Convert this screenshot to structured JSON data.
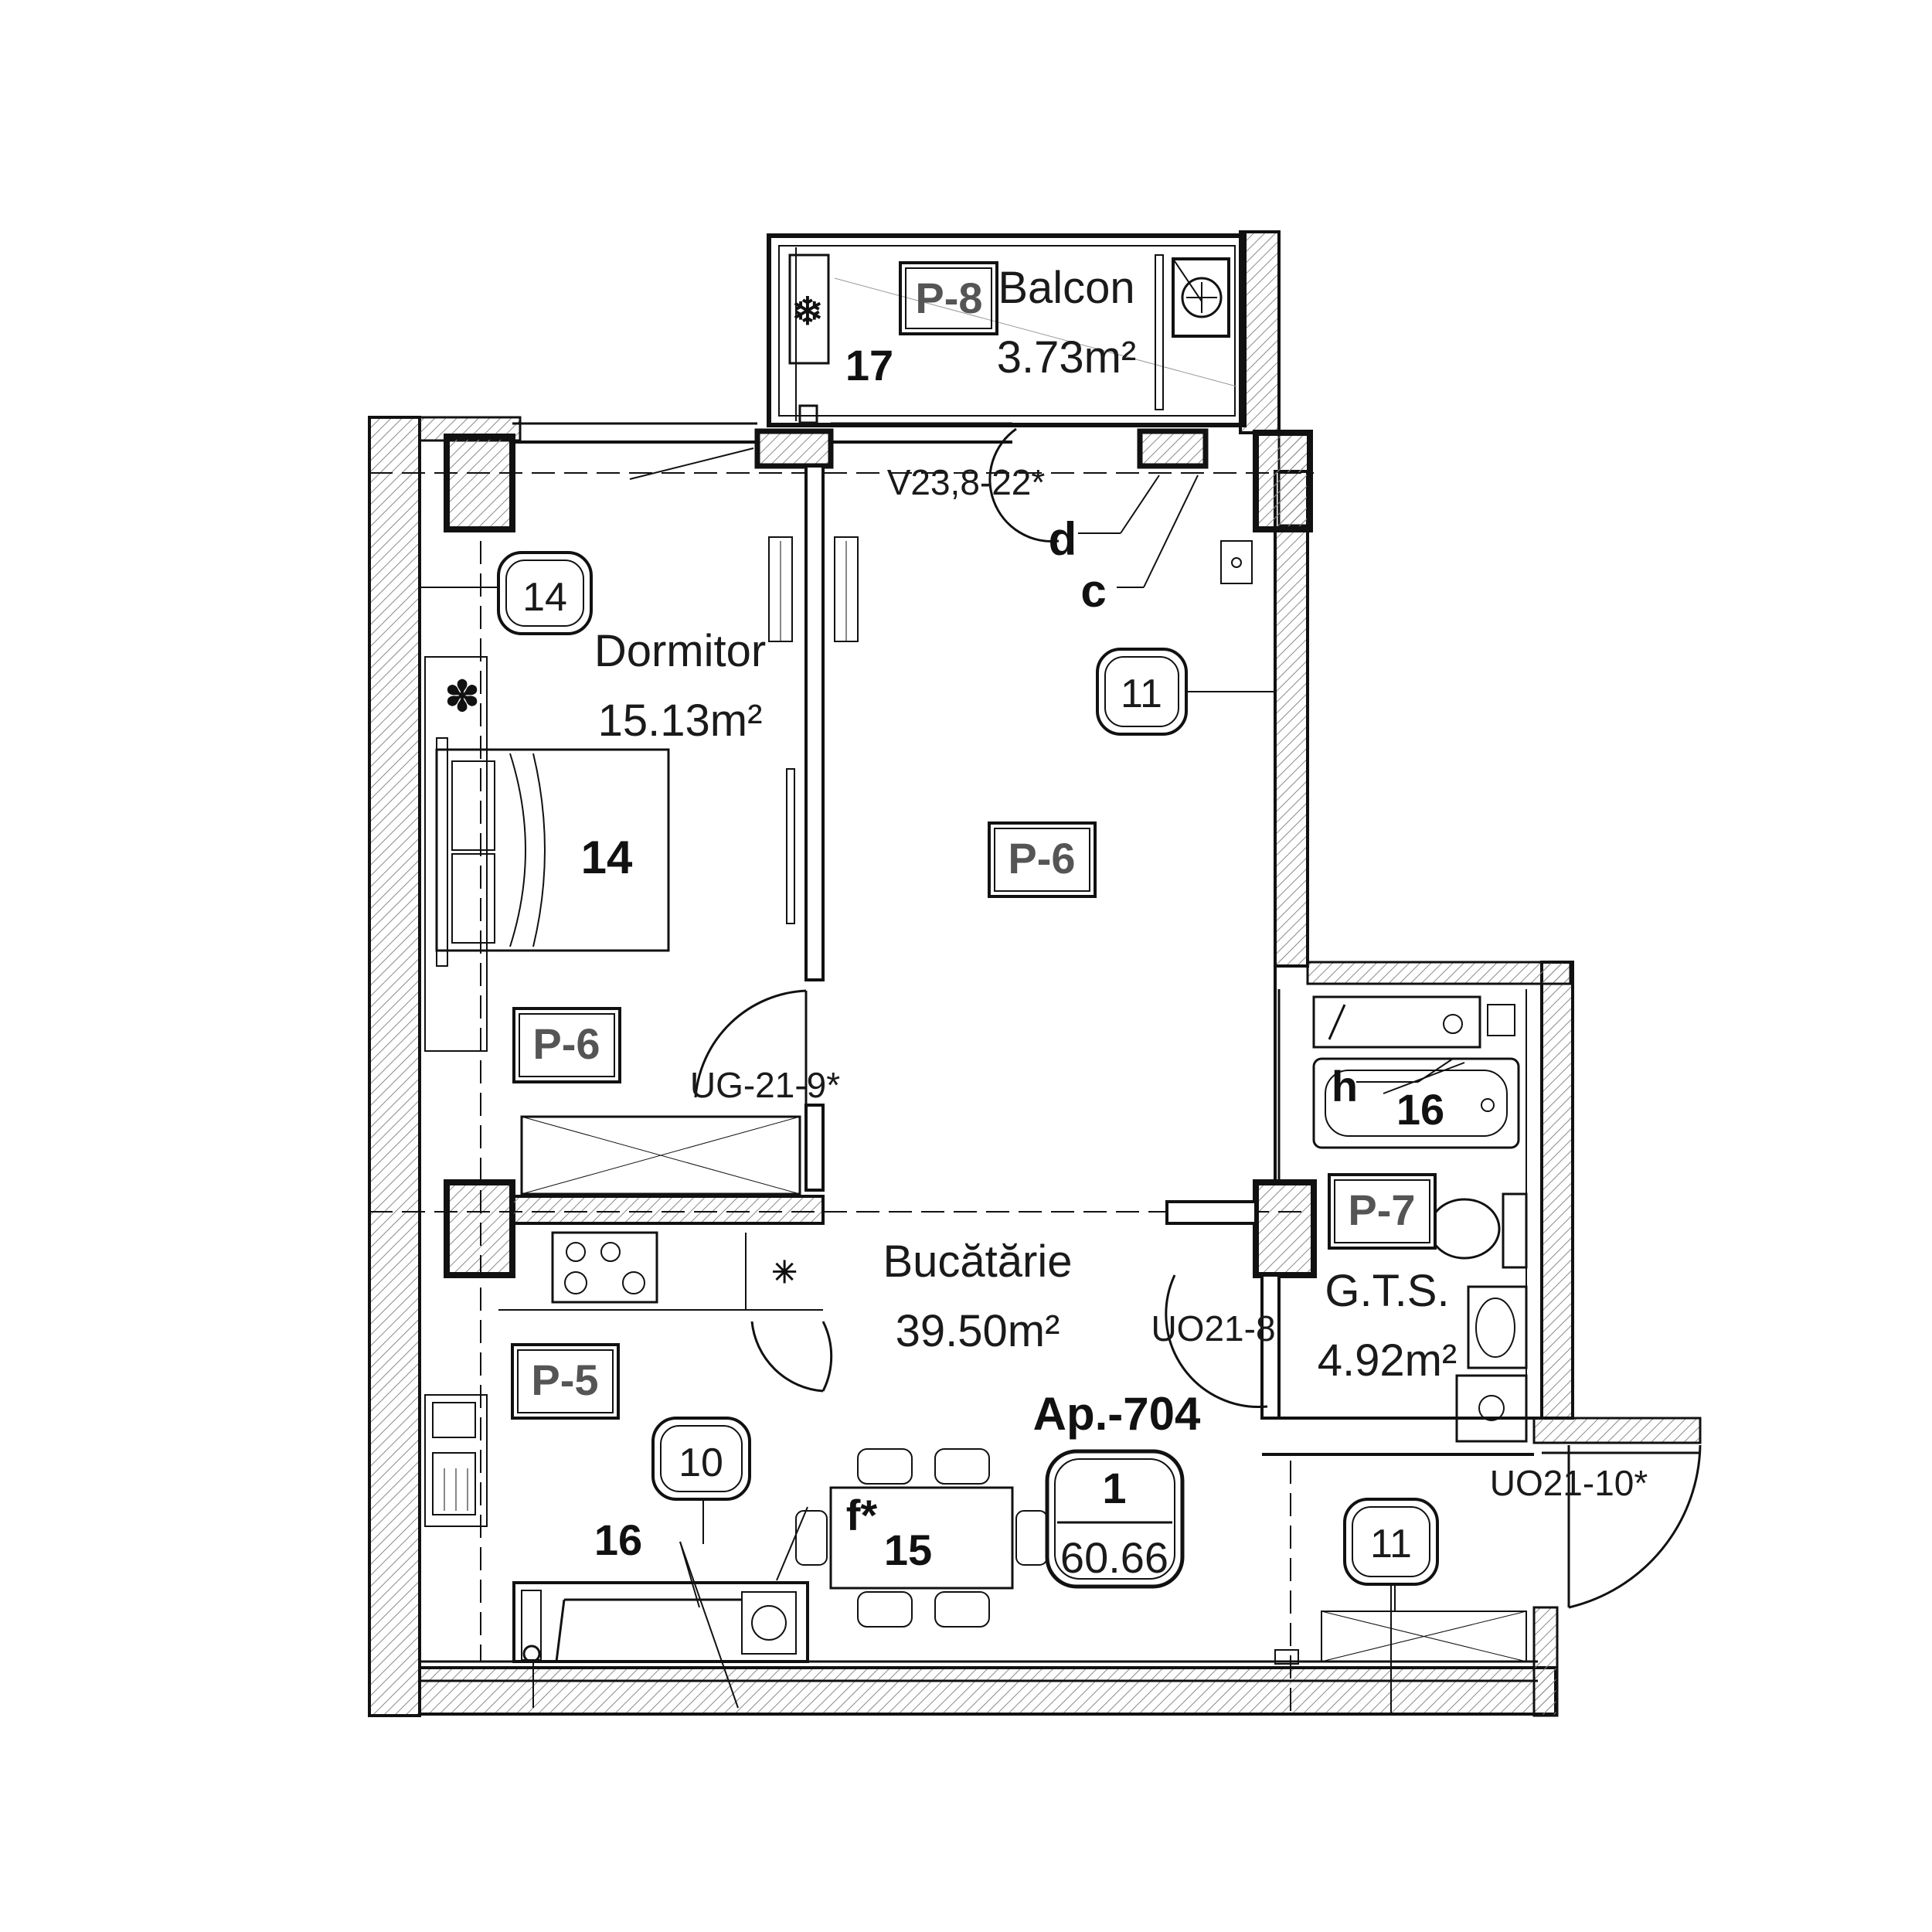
{
  "apartment": {
    "name": "Ap.-704",
    "rooms_count": "1",
    "total_area": "60.66"
  },
  "rooms": {
    "balcon": {
      "name": "Balcon",
      "area": "3.73m²"
    },
    "dormitor": {
      "name": "Dormitor",
      "area": "15.13m²"
    },
    "bucatarie": {
      "name": "Bucătărie",
      "area": "39.50m²"
    },
    "gts": {
      "name": "G.T.S.",
      "area": "4.92m²"
    }
  },
  "finish_tags": {
    "p8": "P-8",
    "p6_dormitor": "P-6",
    "p6_living": "P-6",
    "p5": "P-5",
    "p7": "P-7"
  },
  "wall_markers": {
    "m14": "14",
    "m11_top": "11",
    "m10": "10",
    "m11_bottom": "11"
  },
  "item_numbers": {
    "n17": "17",
    "n14_bed": "14",
    "n16_bath": "16",
    "n16_kitchen": "16",
    "n15_table": "15"
  },
  "openings": {
    "window_top": "V23,8-22*",
    "door_dormitor": "UG-21-9*",
    "door_gts": "UO21-8",
    "door_entry": "UO21-10*"
  },
  "letters": {
    "d": "d",
    "c": "c",
    "h": "h",
    "f": "f*"
  },
  "colors": {
    "line": "#111111",
    "hatch": "#888888",
    "tag_text": "#555555"
  }
}
